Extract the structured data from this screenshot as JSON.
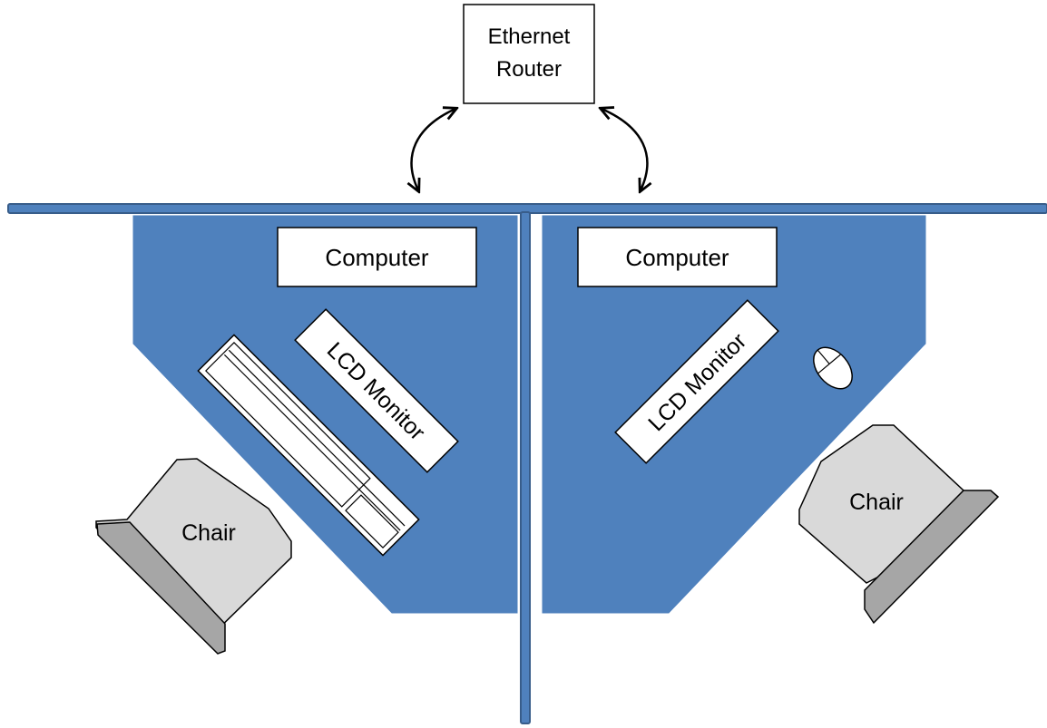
{
  "router": {
    "line1": "Ethernet",
    "line2": "Router"
  },
  "left_desk": {
    "computer_label": "Computer",
    "monitor_label": "LCD Monitor",
    "chair_label": "Chair"
  },
  "right_desk": {
    "computer_label": "Computer",
    "monitor_label": "LCD Monitor",
    "chair_label": "Chair"
  },
  "colors": {
    "desk": "#4f81bd",
    "wall": "#4f81bd",
    "wall_outline": "#385d8a",
    "chair_seat": "#d9d9d9",
    "chair_back": "#a6a6a6",
    "outline": "#000000",
    "box_fill": "#ffffff"
  }
}
